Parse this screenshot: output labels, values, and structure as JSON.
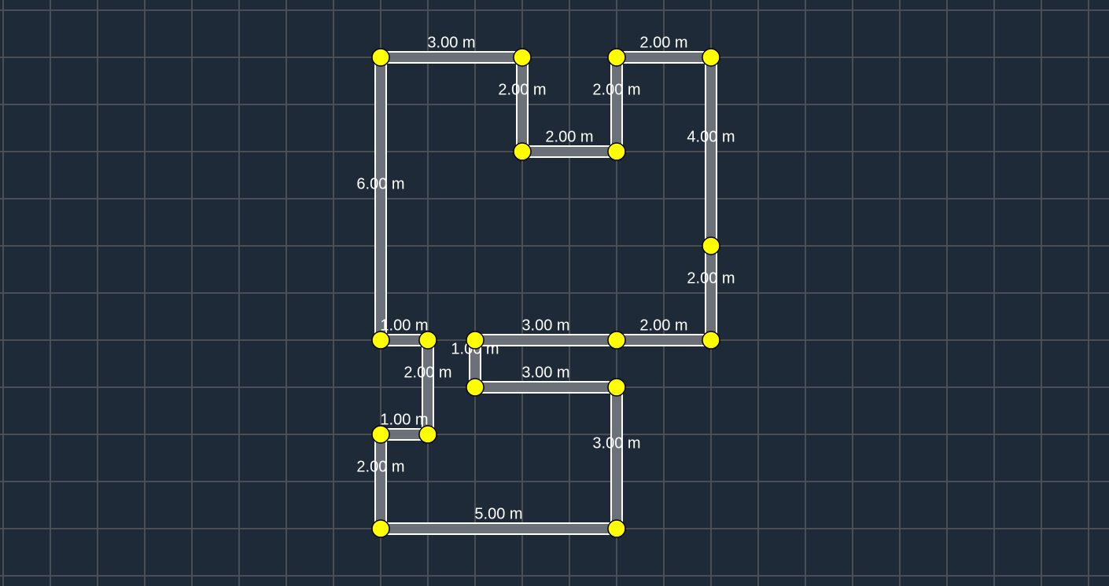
{
  "colors": {
    "background": "#1e2a38",
    "grid": "#4a4f55",
    "wall_fill": "#6b7079",
    "wall_edge": "#ffffff",
    "node": "#ffff00",
    "node_edge": "#000000",
    "label": "#ffffff"
  },
  "grid_unit": "m",
  "nodes": {
    "A": [
      8,
      1
    ],
    "B": [
      11,
      1
    ],
    "C": [
      11,
      3
    ],
    "D": [
      13,
      3
    ],
    "E": [
      13,
      1
    ],
    "F": [
      15,
      1
    ],
    "G": [
      15,
      5
    ],
    "H": [
      15,
      7
    ],
    "I": [
      13,
      7
    ],
    "J": [
      10,
      7
    ],
    "K": [
      10,
      8
    ],
    "L": [
      13,
      8
    ],
    "M": [
      13,
      11
    ],
    "N": [
      8,
      11
    ],
    "O": [
      8,
      9
    ],
    "P": [
      9,
      9
    ],
    "Q": [
      9,
      7
    ],
    "R": [
      8,
      7
    ]
  },
  "walls": [
    {
      "from": "A",
      "to": "B",
      "label": "3.00 m"
    },
    {
      "from": "B",
      "to": "C",
      "label": "2.00 m"
    },
    {
      "from": "C",
      "to": "D",
      "label": "2.00 m"
    },
    {
      "from": "D",
      "to": "E",
      "label": "2.00 m"
    },
    {
      "from": "E",
      "to": "F",
      "label": "2.00 m"
    },
    {
      "from": "F",
      "to": "G",
      "label": "4.00 m"
    },
    {
      "from": "G",
      "to": "H",
      "label": "2.00 m"
    },
    {
      "from": "H",
      "to": "I",
      "label": "2.00 m"
    },
    {
      "from": "I",
      "to": "J",
      "label": "3.00 m"
    },
    {
      "from": "J",
      "to": "K",
      "label": "1.00 m"
    },
    {
      "from": "K",
      "to": "L",
      "label": "3.00 m"
    },
    {
      "from": "L",
      "to": "M",
      "label": "3.00 m"
    },
    {
      "from": "M",
      "to": "N",
      "label": "5.00 m"
    },
    {
      "from": "N",
      "to": "O",
      "label": "2.00 m"
    },
    {
      "from": "O",
      "to": "P",
      "label": "1.00 m"
    },
    {
      "from": "P",
      "to": "Q",
      "label": "2.00 m"
    },
    {
      "from": "Q",
      "to": "R",
      "label": "1.00 m"
    },
    {
      "from": "R",
      "to": "A",
      "label": "6.00 m"
    }
  ]
}
